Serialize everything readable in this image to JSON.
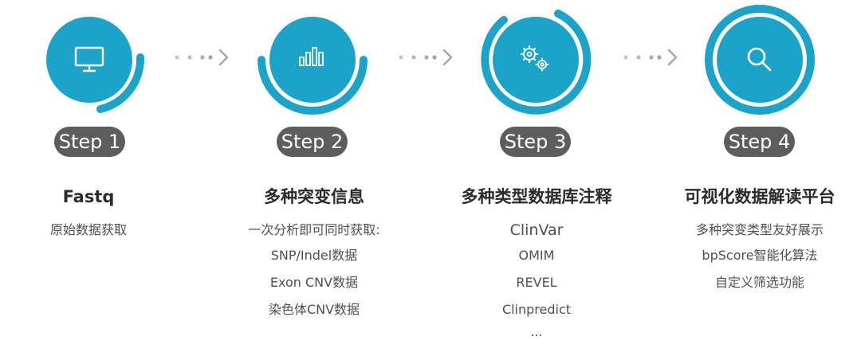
{
  "accent_color": "#1ca3c9",
  "badge_color": "#5d5d5d",
  "arrow_color": "#a8a8a8",
  "steps": [
    {
      "badge": "Step 1",
      "icon": "monitor-icon",
      "title": "Fastq",
      "lines": [
        "原始数据获取"
      ]
    },
    {
      "badge": "Step 2",
      "icon": "bar-chart-icon",
      "title": "多种突变信息",
      "lines": [
        "一次分析即可同时获取:",
        "SNP/Indel数据",
        "Exon CNV数据",
        "染色体CNV数据"
      ]
    },
    {
      "badge": "Step 3",
      "icon": "gears-icon",
      "title": "多种类型数据库注释",
      "lines": [
        "ClinVar",
        "OMIM",
        "REVEL",
        "Clinpredict",
        "..."
      ]
    },
    {
      "badge": "Step 4",
      "icon": "magnifier-icon",
      "title": "可视化数据解读平台",
      "lines": [
        "多种突变类型友好展示",
        "bpScore智能化算法",
        "自定义筛选功能"
      ]
    }
  ]
}
